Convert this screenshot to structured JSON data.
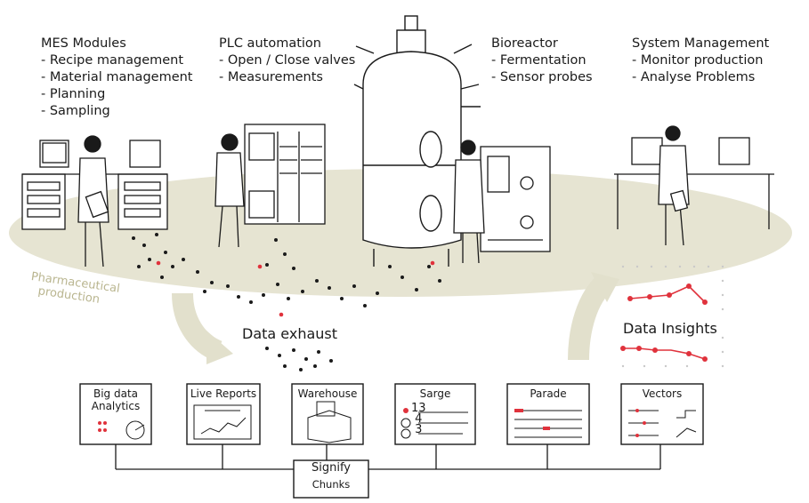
{
  "mes": {
    "title": "MES Modules",
    "items": [
      "- Recipe management",
      "- Material management",
      "- Planning",
      "- Sampling"
    ]
  },
  "plc": {
    "title": "PLC automation",
    "items": [
      "- Open / Close valves",
      "- Measurements"
    ]
  },
  "bioreactor": {
    "title": "Bioreactor",
    "items": [
      "- Fermentation",
      "- Sensor probes"
    ]
  },
  "system": {
    "title": "System Management",
    "items": [
      "- Monitor production",
      "- Analyse Problems"
    ]
  },
  "pharma_label": {
    "line1": "Pharmaceutical",
    "line2": "production"
  },
  "data_exhaust": "Data exhaust",
  "data_insights": "Data Insights",
  "tools": [
    {
      "title": "Big data",
      "title2": "Analytics"
    },
    {
      "title": "Live Reports"
    },
    {
      "title": "Warehouse"
    },
    {
      "title": "Sarge",
      "numbers": [
        "13",
        "4",
        "3"
      ]
    },
    {
      "title": "Parade"
    },
    {
      "title": "Vectors"
    }
  ],
  "hub": {
    "title": "Signify",
    "subtitle": "Chunks"
  },
  "colors": {
    "ink": "#1a1a1a",
    "floor": "#e6e4d2",
    "floor_label": "#b9b58f",
    "accent_red": "#e0323c"
  }
}
